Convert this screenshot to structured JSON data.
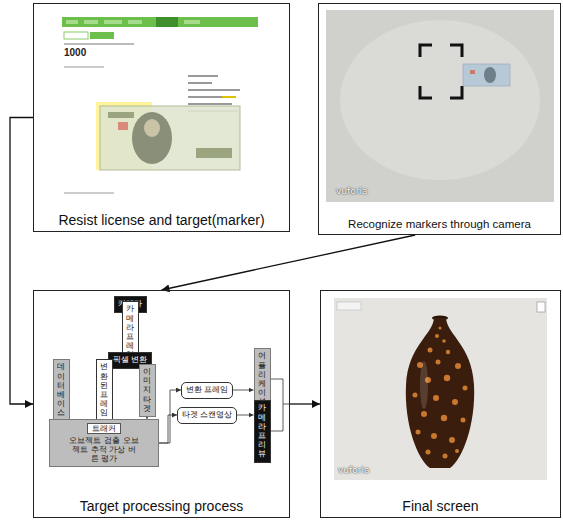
{
  "diagram": {
    "nodes": [
      {
        "text": [
          "Resist license and target(marker)"
        ]
      },
      {
        "text": [
          "Recognize markers through camera"
        ]
      },
      {
        "text": [
          "Target processing process"
        ]
      },
      {
        "text": [
          "카메라"
        ],
        "in": 2
      },
      {
        "text": [
          "카메라 프레임"
        ],
        "in": 2
      },
      {
        "text": [
          "픽셀 변환"
        ],
        "in": 2
      },
      {
        "text": [
          "데이터 베이스"
        ],
        "in": 2
      },
      {
        "text": [
          "변환된 프레임"
        ],
        "in": 2
      },
      {
        "text": [
          "이미지 타겟"
        ],
        "in": 2
      },
      {
        "text": [
          "트래커",
          "오브젝트 검출 오브젝트 추적 가상 버튼 평가"
        ],
        "in": 2
      },
      {
        "text": [
          "변환 프레임"
        ],
        "in": 2
      },
      {
        "text": [
          "타겟 스캔영상"
        ],
        "in": 2
      },
      {
        "text": [
          "어플리 케이션"
        ],
        "in": 2
      },
      {
        "text": [
          "카메라 프리뷰"
        ],
        "in": 2
      },
      {
        "text": [
          "Final screen"
        ]
      }
    ],
    "edges": [
      {
        "from": 0,
        "to": 2,
        "arrow": "to"
      },
      {
        "from": 1,
        "to": 2,
        "arrow": "to"
      },
      {
        "from": 2,
        "to": 14,
        "arrow": "to"
      },
      {
        "from": 3,
        "to": 4,
        "arrow": "to"
      },
      {
        "from": 4,
        "to": 5,
        "arrow": "to"
      },
      {
        "from": 5,
        "to": 7,
        "arrow": "to"
      },
      {
        "from": 6,
        "to": 9,
        "arrow": "to"
      },
      {
        "from": 7,
        "to": 9,
        "arrow": "to"
      },
      {
        "from": 8,
        "to": 9,
        "arrow": "to"
      },
      {
        "from": 9,
        "to": 10,
        "arrow": "to"
      },
      {
        "from": 9,
        "to": 11,
        "arrow": "to"
      },
      {
        "from": 10,
        "to": 12,
        "arrow": "to"
      },
      {
        "from": 11,
        "to": 13,
        "arrow": "to"
      }
    ],
    "labels": [
      "1000",
      "vuforia",
      "vuforia"
    ]
  }
}
